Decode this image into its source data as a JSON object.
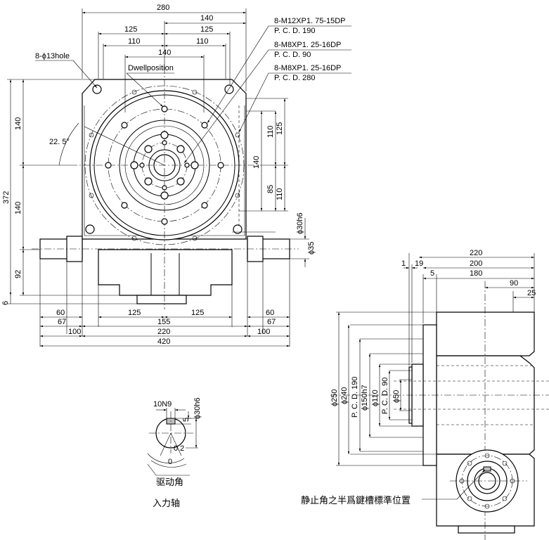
{
  "front_view": {
    "dims": {
      "d280": "280",
      "d140_top": "140",
      "d125_l": "125",
      "d125_r": "125",
      "d110_l": "110",
      "d110_r": "110",
      "d140_mid": "140",
      "d372": "372",
      "d140_up": "140",
      "d140_low": "140",
      "d92": "92",
      "d6": "6",
      "d110_r1": "110",
      "d125_r1": "125",
      "d140_r2": "140",
      "d85": "85",
      "d110_r3": "110",
      "d30h6": "ϕ30h6",
      "d35": "ϕ35",
      "b60_l": "60",
      "b67_l": "67",
      "b100_l": "100",
      "b125_l": "125",
      "b125_r": "125",
      "b155": "155",
      "b220": "220",
      "b60_r": "60",
      "b67_r": "67",
      "b100_r": "100",
      "b420": "420"
    },
    "callouts": {
      "hole": "8-ϕ13hole",
      "dwell": "Dwellposition",
      "angle": "22. 5°",
      "c1a": "8-M12XP1. 75-15DP",
      "c1b": "P. C. D. 190",
      "c2a": "8-M8XP1. 25-16DP",
      "c2b": "P. C. D. 90",
      "c3a": "8-M8XP1. 25-16DP",
      "c3b": "P. C. D. 280"
    }
  },
  "shaft_detail": {
    "d10n9": "10N9",
    "d5": "5",
    "d30h6": "ϕ30h6",
    "angle_a": "0.2",
    "angle_b": "0",
    "drive_angle": "驱动角",
    "title": "入力轴"
  },
  "side_view": {
    "dims": {
      "d220": "220",
      "d1": "1",
      "d19": "19",
      "d200": "200",
      "d5": "5",
      "d180": "180",
      "d90": "90",
      "d25": "25"
    },
    "diams": {
      "d250": "ϕ250",
      "d240": "ϕ240",
      "pcd190": "P. C. D. 190",
      "d150": "ϕ150h7",
      "d110": "ϕ110",
      "pcd90": "P. C. D. 90",
      "d50": "ϕ50"
    },
    "note": "静止角之半爲鍵槽標準位置"
  }
}
